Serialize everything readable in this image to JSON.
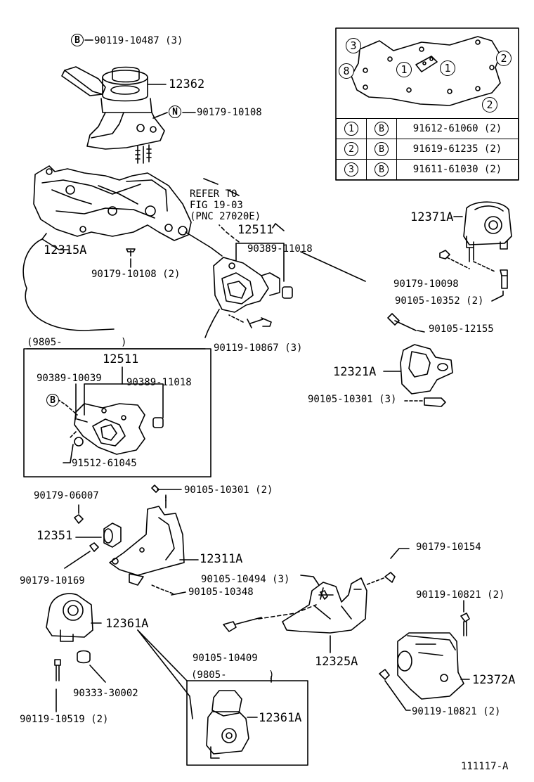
{
  "labels": {
    "l_b1": "B",
    "l_90119_10487": "90119-10487 (3)",
    "l_12362": "12362",
    "l_n1": "N",
    "l_90179_10108": "90179-10108",
    "l_12315A": "12315A",
    "l_90179_10108_2": "90179-10108 (2)",
    "l_refer1": "REFER TO",
    "l_refer2": "FIG 19-03",
    "l_refer3": "(PNC 27020E)",
    "l_12511": "12511",
    "l_90389_11018": "90389-11018",
    "l_90119_10867": "90119-10867 (3)",
    "l_9805a": "(9805-",
    "l_9805a_end": ")",
    "l_12511b": "12511",
    "l_90389_10039": "90389-10039",
    "l_90389_11018b": "90389-11018",
    "l_b2": "B",
    "l_91512_61045": "91512-61045",
    "l_12371A": "12371A",
    "l_90179_10098": "90179-10098",
    "l_90105_10352": "90105-10352 (2)",
    "l_90105_12155": "90105-12155",
    "l_12321A": "12321A",
    "l_90105_10301_3": "90105-10301 (3)",
    "l_90179_06007": "90179-06007",
    "l_90105_10301_2": "90105-10301 (2)",
    "l_12351": "12351",
    "l_12311A": "12311A",
    "l_90179_10169": "90179-10169",
    "l_90105_10348": "90105-10348",
    "l_12361A": "12361A",
    "l_90333_30002": "90333-30002",
    "l_90119_10519": "90119-10519 (2)",
    "l_90105_10494": "90105-10494 (3)",
    "l_90179_10154": "90179-10154",
    "l_90105_10409": "90105-10409",
    "l_12325A": "12325A",
    "l_90119_10821a": "90119-10821 (2)",
    "l_12372A": "12372A",
    "l_90119_10821b": "90119-10821 (2)",
    "l_9805b": "(9805-",
    "l_9805b_end": ")",
    "l_12361Ab": "12361A",
    "l_fig": "111117-A",
    "gasket_c3a": "3",
    "gasket_c8": "8",
    "gasket_c1a": "1",
    "gasket_c1b": "1",
    "gasket_c2a": "2",
    "gasket_c2b": "2"
  },
  "bolt_table": [
    {
      "ref": "1",
      "type": "B",
      "part": "91612-61060 (2)"
    },
    {
      "ref": "2",
      "type": "B",
      "part": "91619-61235 (2)"
    },
    {
      "ref": "3",
      "type": "B",
      "part": "91611-61030 (2)"
    }
  ]
}
